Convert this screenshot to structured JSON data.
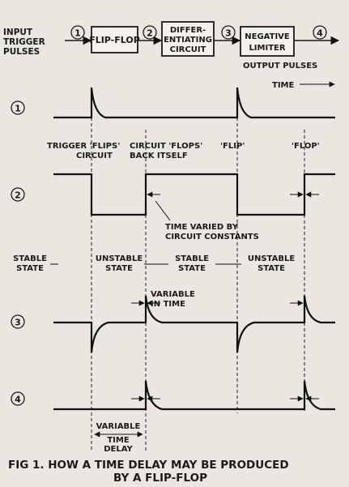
{
  "block_diagram": {
    "input_label_1": "INPUT",
    "input_label_2": "TRIGGER",
    "input_label_3": "PULSES",
    "node_1": "1",
    "node_2": "2",
    "node_3": "3",
    "node_4": "4",
    "block_flipflop": "FLIP-FLOP",
    "block_diff_1": "DIFFER-",
    "block_diff_2": "ENTIATING",
    "block_diff_3": "CIRCUIT",
    "block_limiter_1": "NEGATIVE",
    "block_limiter_2": "LIMITER",
    "output_label": "OUTPUT PULSES"
  },
  "waveforms": {
    "time_label": "TIME",
    "row_labels": [
      "1",
      "2",
      "3",
      "4"
    ],
    "trigger_flips_1": "TRIGGER 'FLIPS'",
    "trigger_flips_2": "CIRCUIT",
    "circuit_flops_1": "CIRCUIT 'FLOPS'",
    "circuit_flops_2": "BACK ITSELF",
    "flip_label": "'FLIP'",
    "flop_label": "'FLOP'",
    "time_varied_1": "TIME VARIED BY",
    "time_varied_2": "CIRCUIT CONSTANTS",
    "stable_state_1_a": "STABLE",
    "stable_state_1_b": "STATE",
    "unstable_state_1_a": "UNSTABLE",
    "unstable_state_1_b": "STATE",
    "stable_state_2_a": "STABLE",
    "stable_state_2_b": "STATE",
    "unstable_state_2_a": "UNSTABLE",
    "unstable_state_2_b": "STATE",
    "variable_1": "VARIABLE",
    "variable_2": "IN TIME",
    "delay_1": "VARIABLE",
    "delay_2": "TIME",
    "delay_3": "DELAY"
  },
  "caption": {
    "line_1": "FIG 1.   HOW A TIME DELAY MAY BE PRODUCED",
    "line_2": "BY A FLIP-FLOP"
  }
}
